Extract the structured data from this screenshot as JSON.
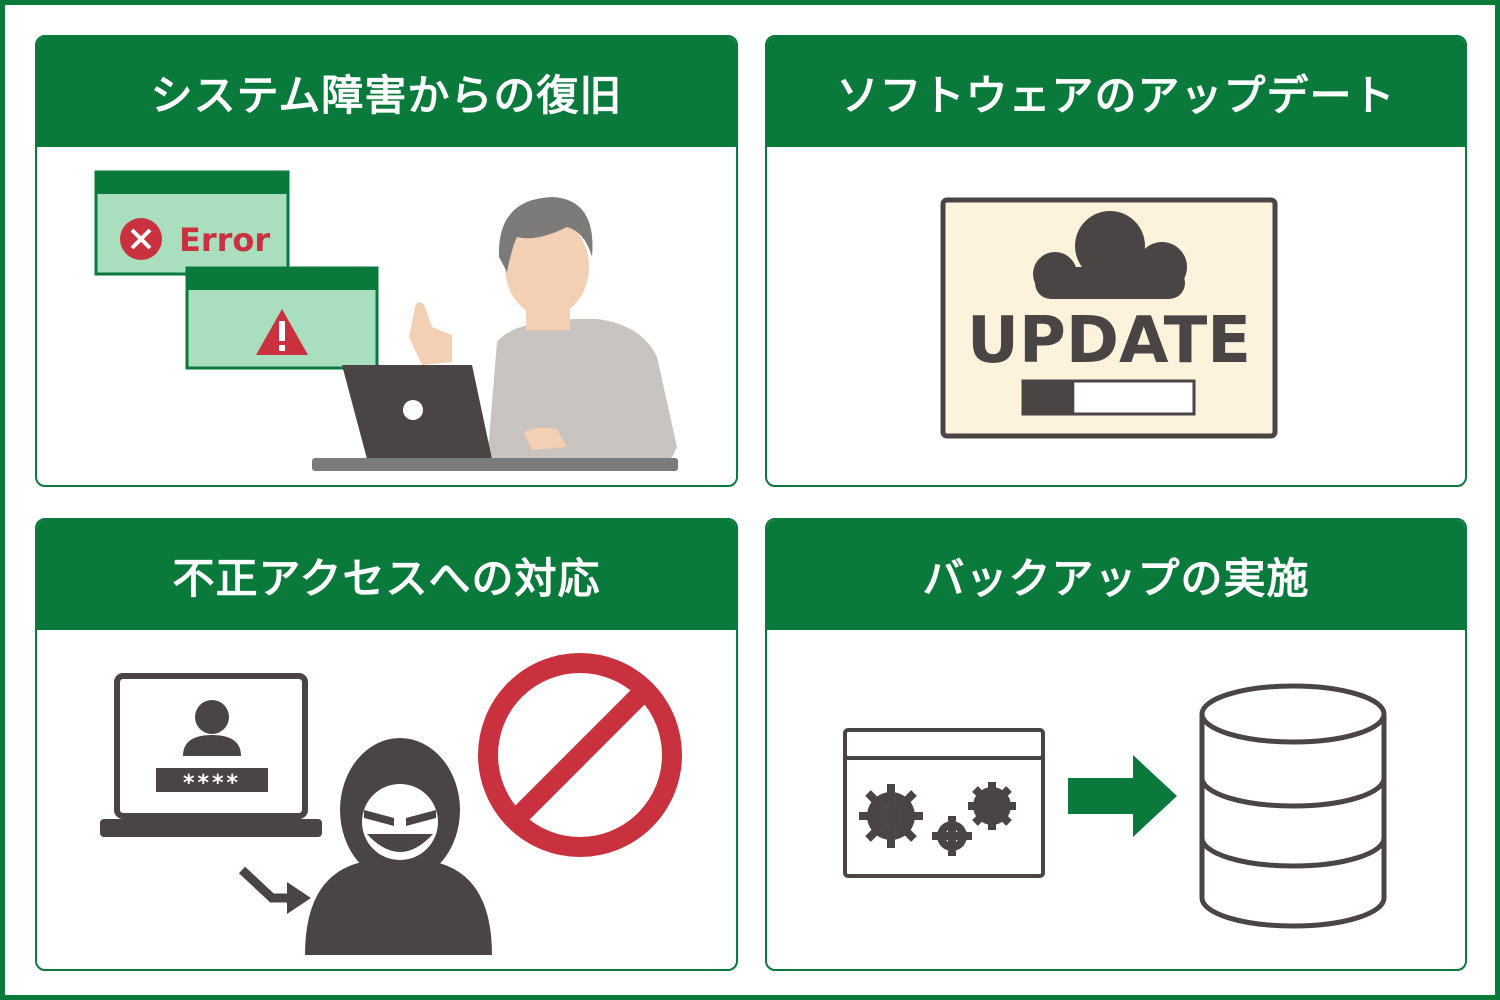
{
  "colors": {
    "brand_green": "#0a7a3c",
    "light_green": "#a9dfbf",
    "dark_gray": "#4a4544",
    "red": "#c9313f",
    "cream": "#fdf3dc"
  },
  "cards": [
    {
      "title": "システム障害からの復旧",
      "illustration": {
        "error_window_label": "Error",
        "icons": [
          "error-x-icon",
          "warning-icon",
          "person-icon",
          "laptop-icon"
        ]
      }
    },
    {
      "title": "ソフトウェアのアップデート",
      "illustration": {
        "update_label": "UPDATE",
        "progress": 0.3,
        "icons": [
          "cloud-icon",
          "progress-bar"
        ]
      }
    },
    {
      "title": "不正アクセスへの対応",
      "illustration": {
        "password_mask": "****",
        "icons": [
          "user-icon",
          "hacker-icon",
          "prohibited-icon",
          "arrow-icon"
        ]
      }
    },
    {
      "title": "バックアップの実施",
      "illustration": {
        "icons": [
          "gears-window-icon",
          "arrow-right-icon",
          "database-icon"
        ]
      }
    }
  ]
}
